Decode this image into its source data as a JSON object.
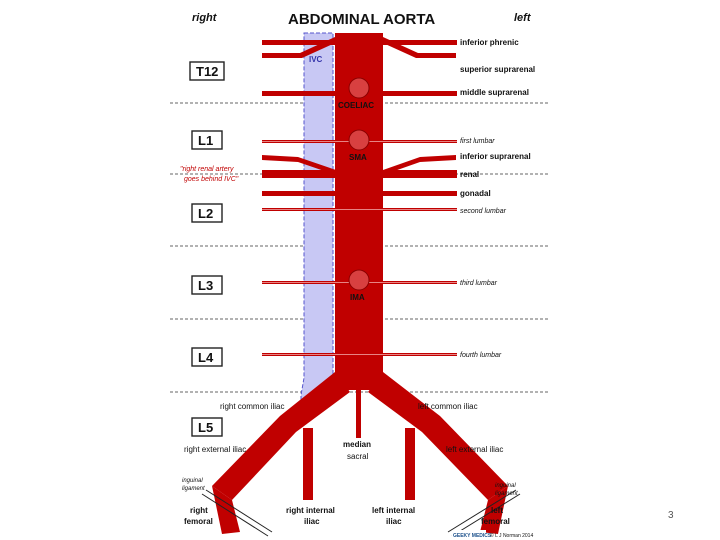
{
  "title": "ABDOMINAL AORTA",
  "side_right": "right",
  "side_left": "left",
  "ivc_label": "IVC",
  "vertebrae": [
    "T12",
    "L1",
    "L2",
    "L3",
    "L4",
    "L5"
  ],
  "left_labels": {
    "inferior_phrenic": "inferior phrenic",
    "superior_suprarenal": "superior suprarenal",
    "middle_suprarenal": "middle suprarenal",
    "first_lumbar": "first lumbar",
    "inferior_suprarenal": "inferior suprarenal",
    "renal": "renal",
    "gonadal": "gonadal",
    "second_lumbar": "second lumbar",
    "third_lumbar": "third lumbar",
    "fourth_lumbar": "fourth lumbar",
    "left_common_iliac": "left common iliac",
    "left_external_iliac": "left external iliac",
    "left_internal_iliac_1": "left internal",
    "left_internal_iliac_2": "iliac",
    "left_femoral_1": "left",
    "left_femoral_2": "femoral",
    "inguinal_ligament_1": "inguinal",
    "inguinal_ligament_2": "ligament"
  },
  "right_labels": {
    "renal_note_1": "\"right renal artery",
    "renal_note_2": "goes behind IVC\"",
    "right_common_iliac": "right common iliac",
    "right_external_iliac": "right external iliac",
    "right_internal_iliac_1": "right internal",
    "right_internal_iliac_2": "iliac",
    "right_femoral_1": "right",
    "right_femoral_2": "femoral",
    "inguinal_ligament_1": "inguinal",
    "inguinal_ligament_2": "ligament"
  },
  "midline": {
    "coeliac": "COELIAC",
    "sma": "SMA",
    "ima": "IMA",
    "median_sacral_1": "median",
    "median_sacral_2": "sacral"
  },
  "credit_logo": "GEEKY MEDICS",
  "credit_text": "© L J Norman 2014",
  "page_number": "3",
  "colors": {
    "artery": "#c00000",
    "vein_fill": "#c8c8f4",
    "vein_stroke": "#5555cc"
  }
}
